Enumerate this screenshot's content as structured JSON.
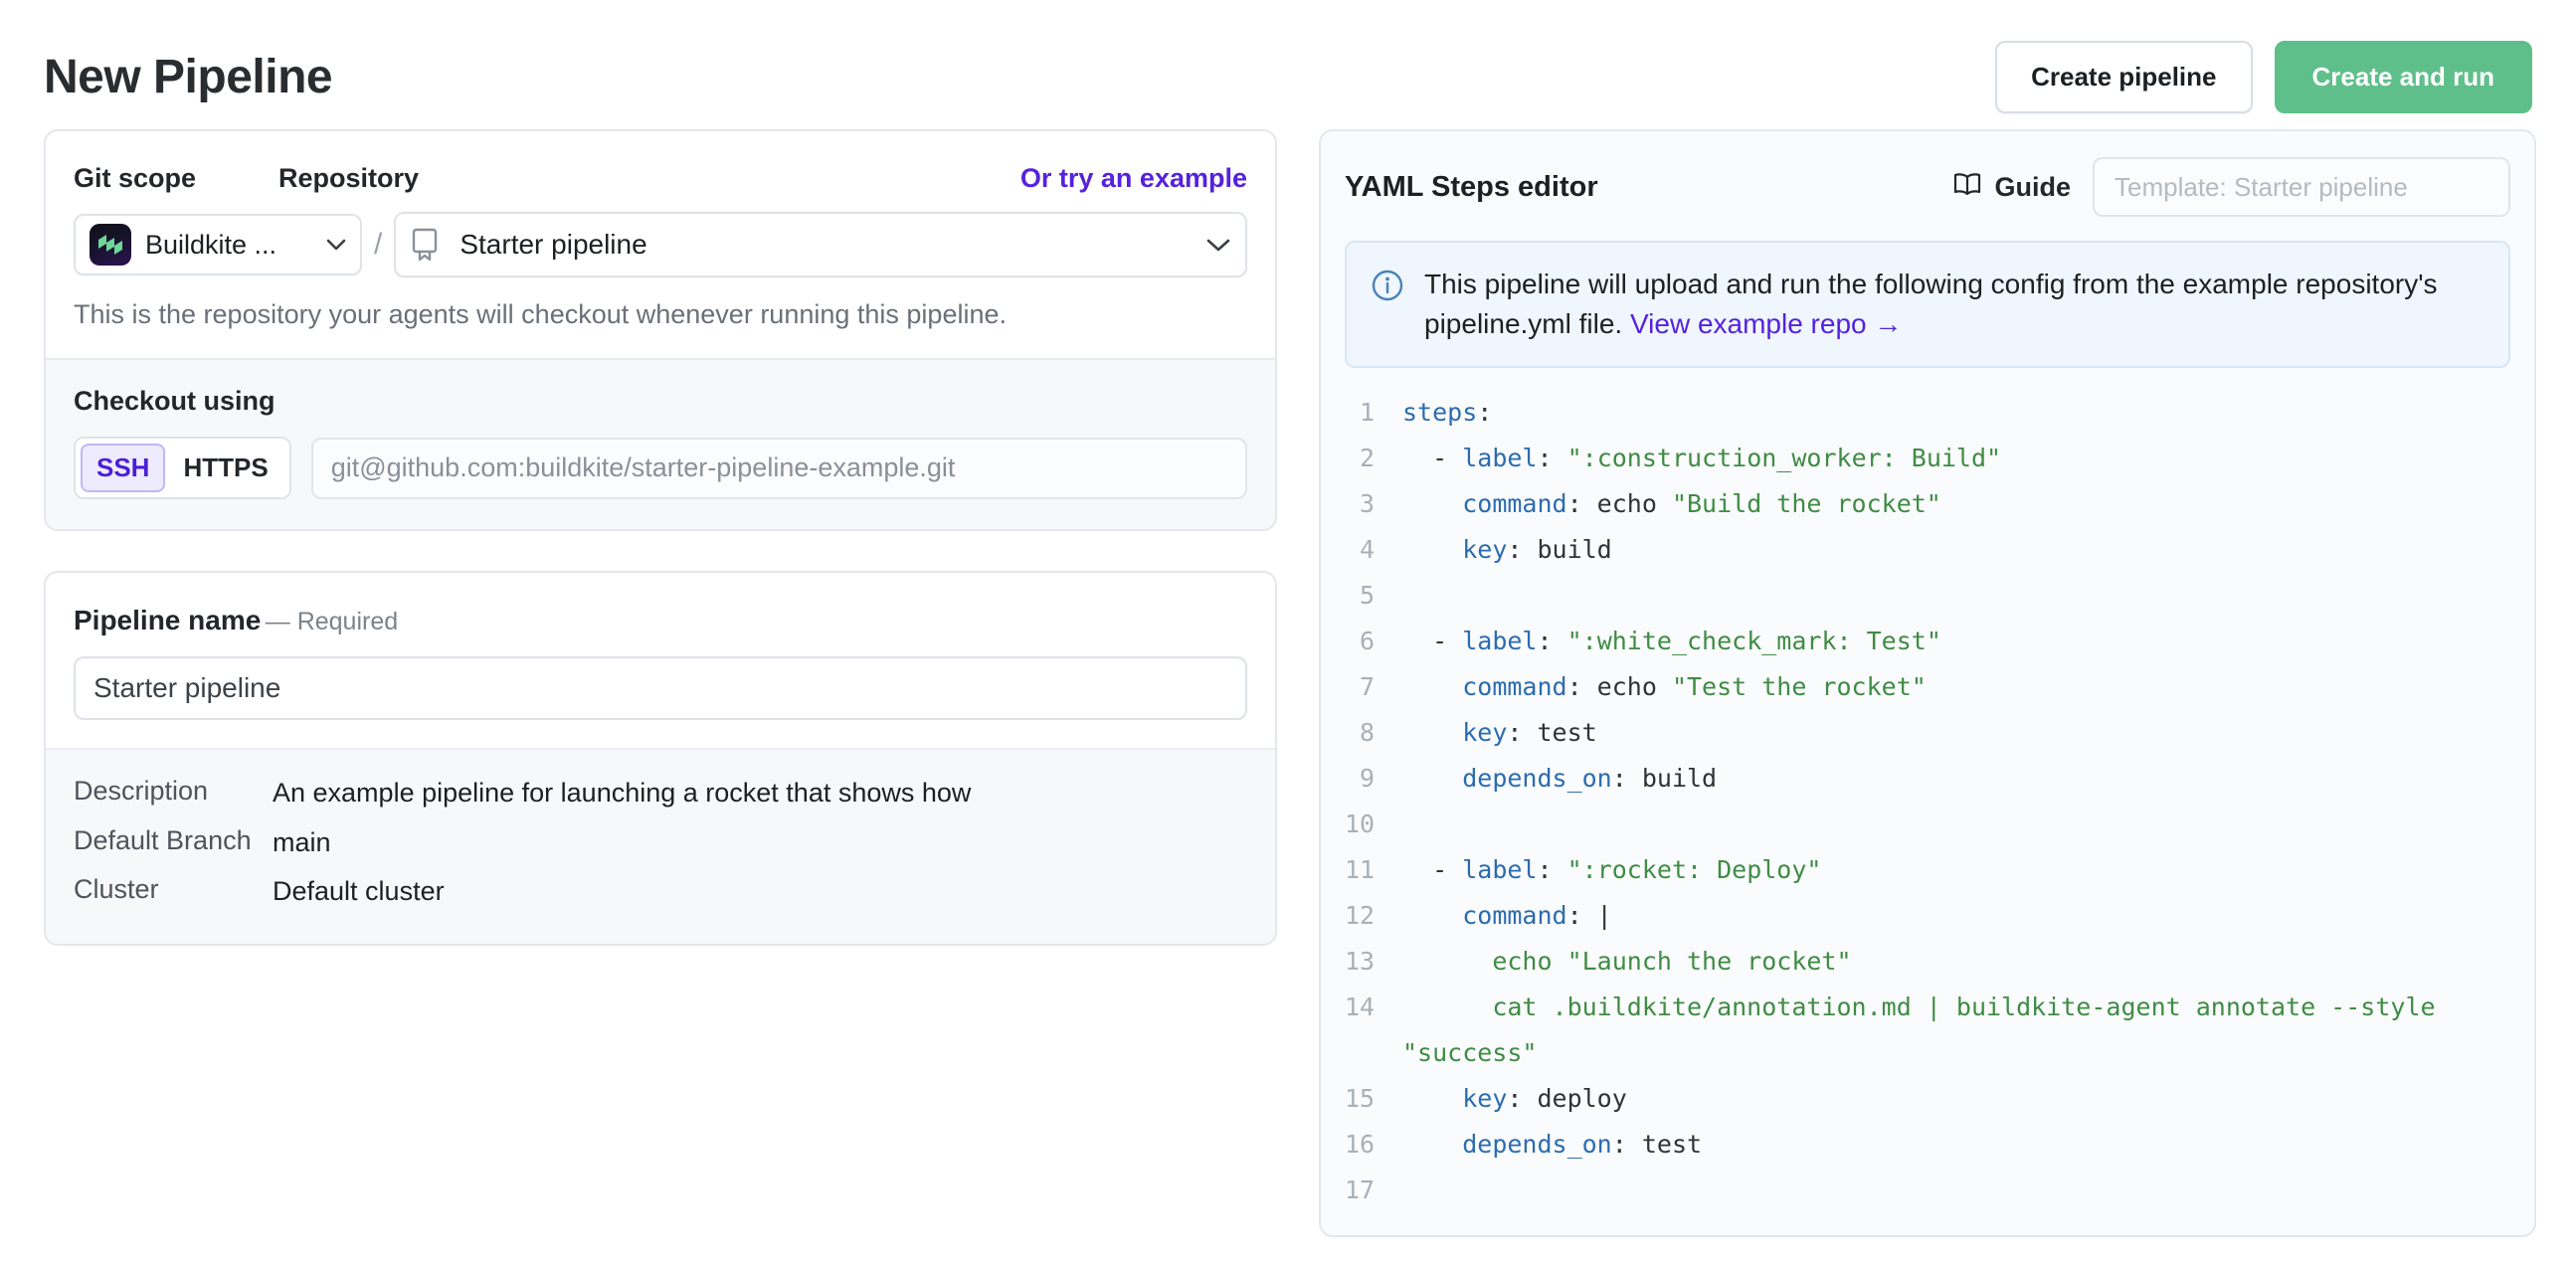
{
  "header": {
    "title": "New Pipeline",
    "create_pipeline_label": "Create pipeline",
    "create_and_run_label": "Create and run"
  },
  "git_scope_card": {
    "git_scope_label": "Git scope",
    "repository_label": "Repository",
    "try_example_link": "Or try an example",
    "scope_value": "Buildkite ...",
    "separator": "/",
    "repository_value": "Starter pipeline",
    "helper_text": "This is the repository your agents will checkout whenever running this pipeline.",
    "checkout_using_label": "Checkout using",
    "protocols": [
      {
        "label": "SSH",
        "active": true
      },
      {
        "label": "HTTPS",
        "active": false
      }
    ],
    "repo_url": "git@github.com:buildkite/starter-pipeline-example.git"
  },
  "pipeline_card": {
    "name_label": "Pipeline name",
    "required_label": "— Required",
    "name_value": "Starter pipeline",
    "meta": [
      {
        "key": "Description",
        "value": "An example pipeline for launching a rocket that shows how"
      },
      {
        "key": "Default Branch",
        "value": "main"
      },
      {
        "key": "Cluster",
        "value": "Default cluster"
      }
    ]
  },
  "editor": {
    "title": "YAML Steps editor",
    "guide_label": "Guide",
    "template_placeholder": "Template: Starter pipeline",
    "notice_text_before": "This pipeline will upload and run the following config from the example repository's pipeline.yml file. ",
    "notice_link": "View example repo →",
    "lines": [
      {
        "n": "1",
        "tokens": [
          {
            "t": "steps",
            "c": "k"
          },
          {
            "t": ":",
            "c": "p"
          }
        ]
      },
      {
        "n": "2",
        "tokens": [
          {
            "t": "  - ",
            "c": "p"
          },
          {
            "t": "label",
            "c": "k"
          },
          {
            "t": ": ",
            "c": "p"
          },
          {
            "t": "\":construction_worker: Build\"",
            "c": "s"
          }
        ]
      },
      {
        "n": "3",
        "tokens": [
          {
            "t": "    ",
            "c": "p"
          },
          {
            "t": "command",
            "c": "k"
          },
          {
            "t": ": echo ",
            "c": "p"
          },
          {
            "t": "\"Build the rocket\"",
            "c": "s"
          }
        ]
      },
      {
        "n": "4",
        "tokens": [
          {
            "t": "    ",
            "c": "p"
          },
          {
            "t": "key",
            "c": "k"
          },
          {
            "t": ": build",
            "c": "p"
          }
        ]
      },
      {
        "n": "5",
        "tokens": []
      },
      {
        "n": "6",
        "tokens": [
          {
            "t": "  - ",
            "c": "p"
          },
          {
            "t": "label",
            "c": "k"
          },
          {
            "t": ": ",
            "c": "p"
          },
          {
            "t": "\":white_check_mark: Test\"",
            "c": "s"
          }
        ]
      },
      {
        "n": "7",
        "tokens": [
          {
            "t": "    ",
            "c": "p"
          },
          {
            "t": "command",
            "c": "k"
          },
          {
            "t": ": echo ",
            "c": "p"
          },
          {
            "t": "\"Test the rocket\"",
            "c": "s"
          }
        ]
      },
      {
        "n": "8",
        "tokens": [
          {
            "t": "    ",
            "c": "p"
          },
          {
            "t": "key",
            "c": "k"
          },
          {
            "t": ": test",
            "c": "p"
          }
        ]
      },
      {
        "n": "9",
        "tokens": [
          {
            "t": "    ",
            "c": "p"
          },
          {
            "t": "depends_on",
            "c": "k"
          },
          {
            "t": ": build",
            "c": "p"
          }
        ]
      },
      {
        "n": "10",
        "tokens": []
      },
      {
        "n": "11",
        "tokens": [
          {
            "t": "  - ",
            "c": "p"
          },
          {
            "t": "label",
            "c": "k"
          },
          {
            "t": ": ",
            "c": "p"
          },
          {
            "t": "\":rocket: Deploy\"",
            "c": "s"
          }
        ]
      },
      {
        "n": "12",
        "tokens": [
          {
            "t": "    ",
            "c": "p"
          },
          {
            "t": "command",
            "c": "k"
          },
          {
            "t": ": |",
            "c": "p"
          }
        ]
      },
      {
        "n": "13",
        "tokens": [
          {
            "t": "      ",
            "c": "p"
          },
          {
            "t": "echo \"Launch the rocket\"",
            "c": "s"
          }
        ]
      },
      {
        "n": "14",
        "tokens": [
          {
            "t": "      ",
            "c": "p"
          },
          {
            "t": "cat .buildkite/annotation.md | buildkite-agent annotate --style \"success\"",
            "c": "s"
          }
        ]
      },
      {
        "n": "15",
        "tokens": [
          {
            "t": "    ",
            "c": "p"
          },
          {
            "t": "key",
            "c": "k"
          },
          {
            "t": ": deploy",
            "c": "p"
          }
        ]
      },
      {
        "n": "16",
        "tokens": [
          {
            "t": "    ",
            "c": "p"
          },
          {
            "t": "depends_on",
            "c": "k"
          },
          {
            "t": ": test",
            "c": "p"
          }
        ]
      },
      {
        "n": "17",
        "tokens": []
      }
    ]
  },
  "colors": {
    "accent_link": "#5522dd",
    "primary_button": "#5fbf8a",
    "notice_bg": "#eff6fd",
    "code_key": "#2b6cb0",
    "code_string": "#3f8c45"
  }
}
